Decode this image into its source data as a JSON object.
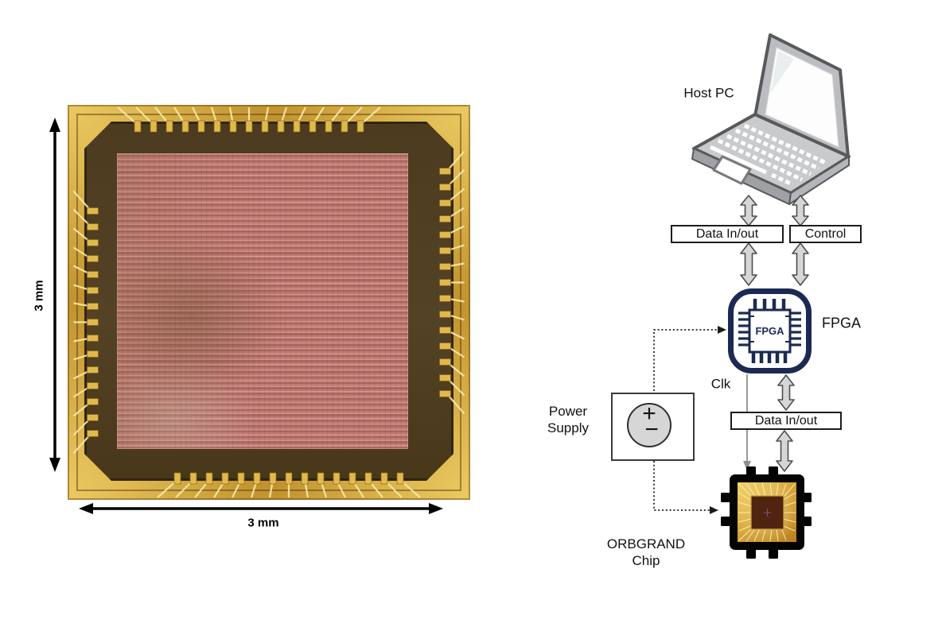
{
  "die_photo_panel": {
    "description": "ORBGRAND chip die micrograph",
    "height_dimension": "3 mm",
    "width_dimension": "3 mm"
  },
  "setup_diagram": {
    "host_pc": {
      "label": "Host PC"
    },
    "link_boxes": {
      "data_inout_top": "Data In/out",
      "control": "Control",
      "data_inout_bottom": "Data In/out"
    },
    "fpga": {
      "box_text": "FPGA",
      "label": "FPGA"
    },
    "clock": {
      "label": "Clk"
    },
    "power_supply": {
      "label_line1": "Power",
      "label_line2": "Supply",
      "plus_symbol": "+",
      "minus_symbol": "−"
    },
    "orbgrand_chip": {
      "label_line1": "ORBGRAND",
      "label_line2": "Chip"
    }
  },
  "colors": {
    "fpga_outline": "#1b2a52",
    "block_arrow_fill": "#d6d6d6",
    "block_arrow_stroke": "#4d4d4d",
    "package_gold": "#c39430",
    "die_brown": "#4c3b1e",
    "core_pink": "#bf7a72",
    "chip_package_black": "#000000",
    "clk_arrow_gray": "#8f8f8f"
  }
}
